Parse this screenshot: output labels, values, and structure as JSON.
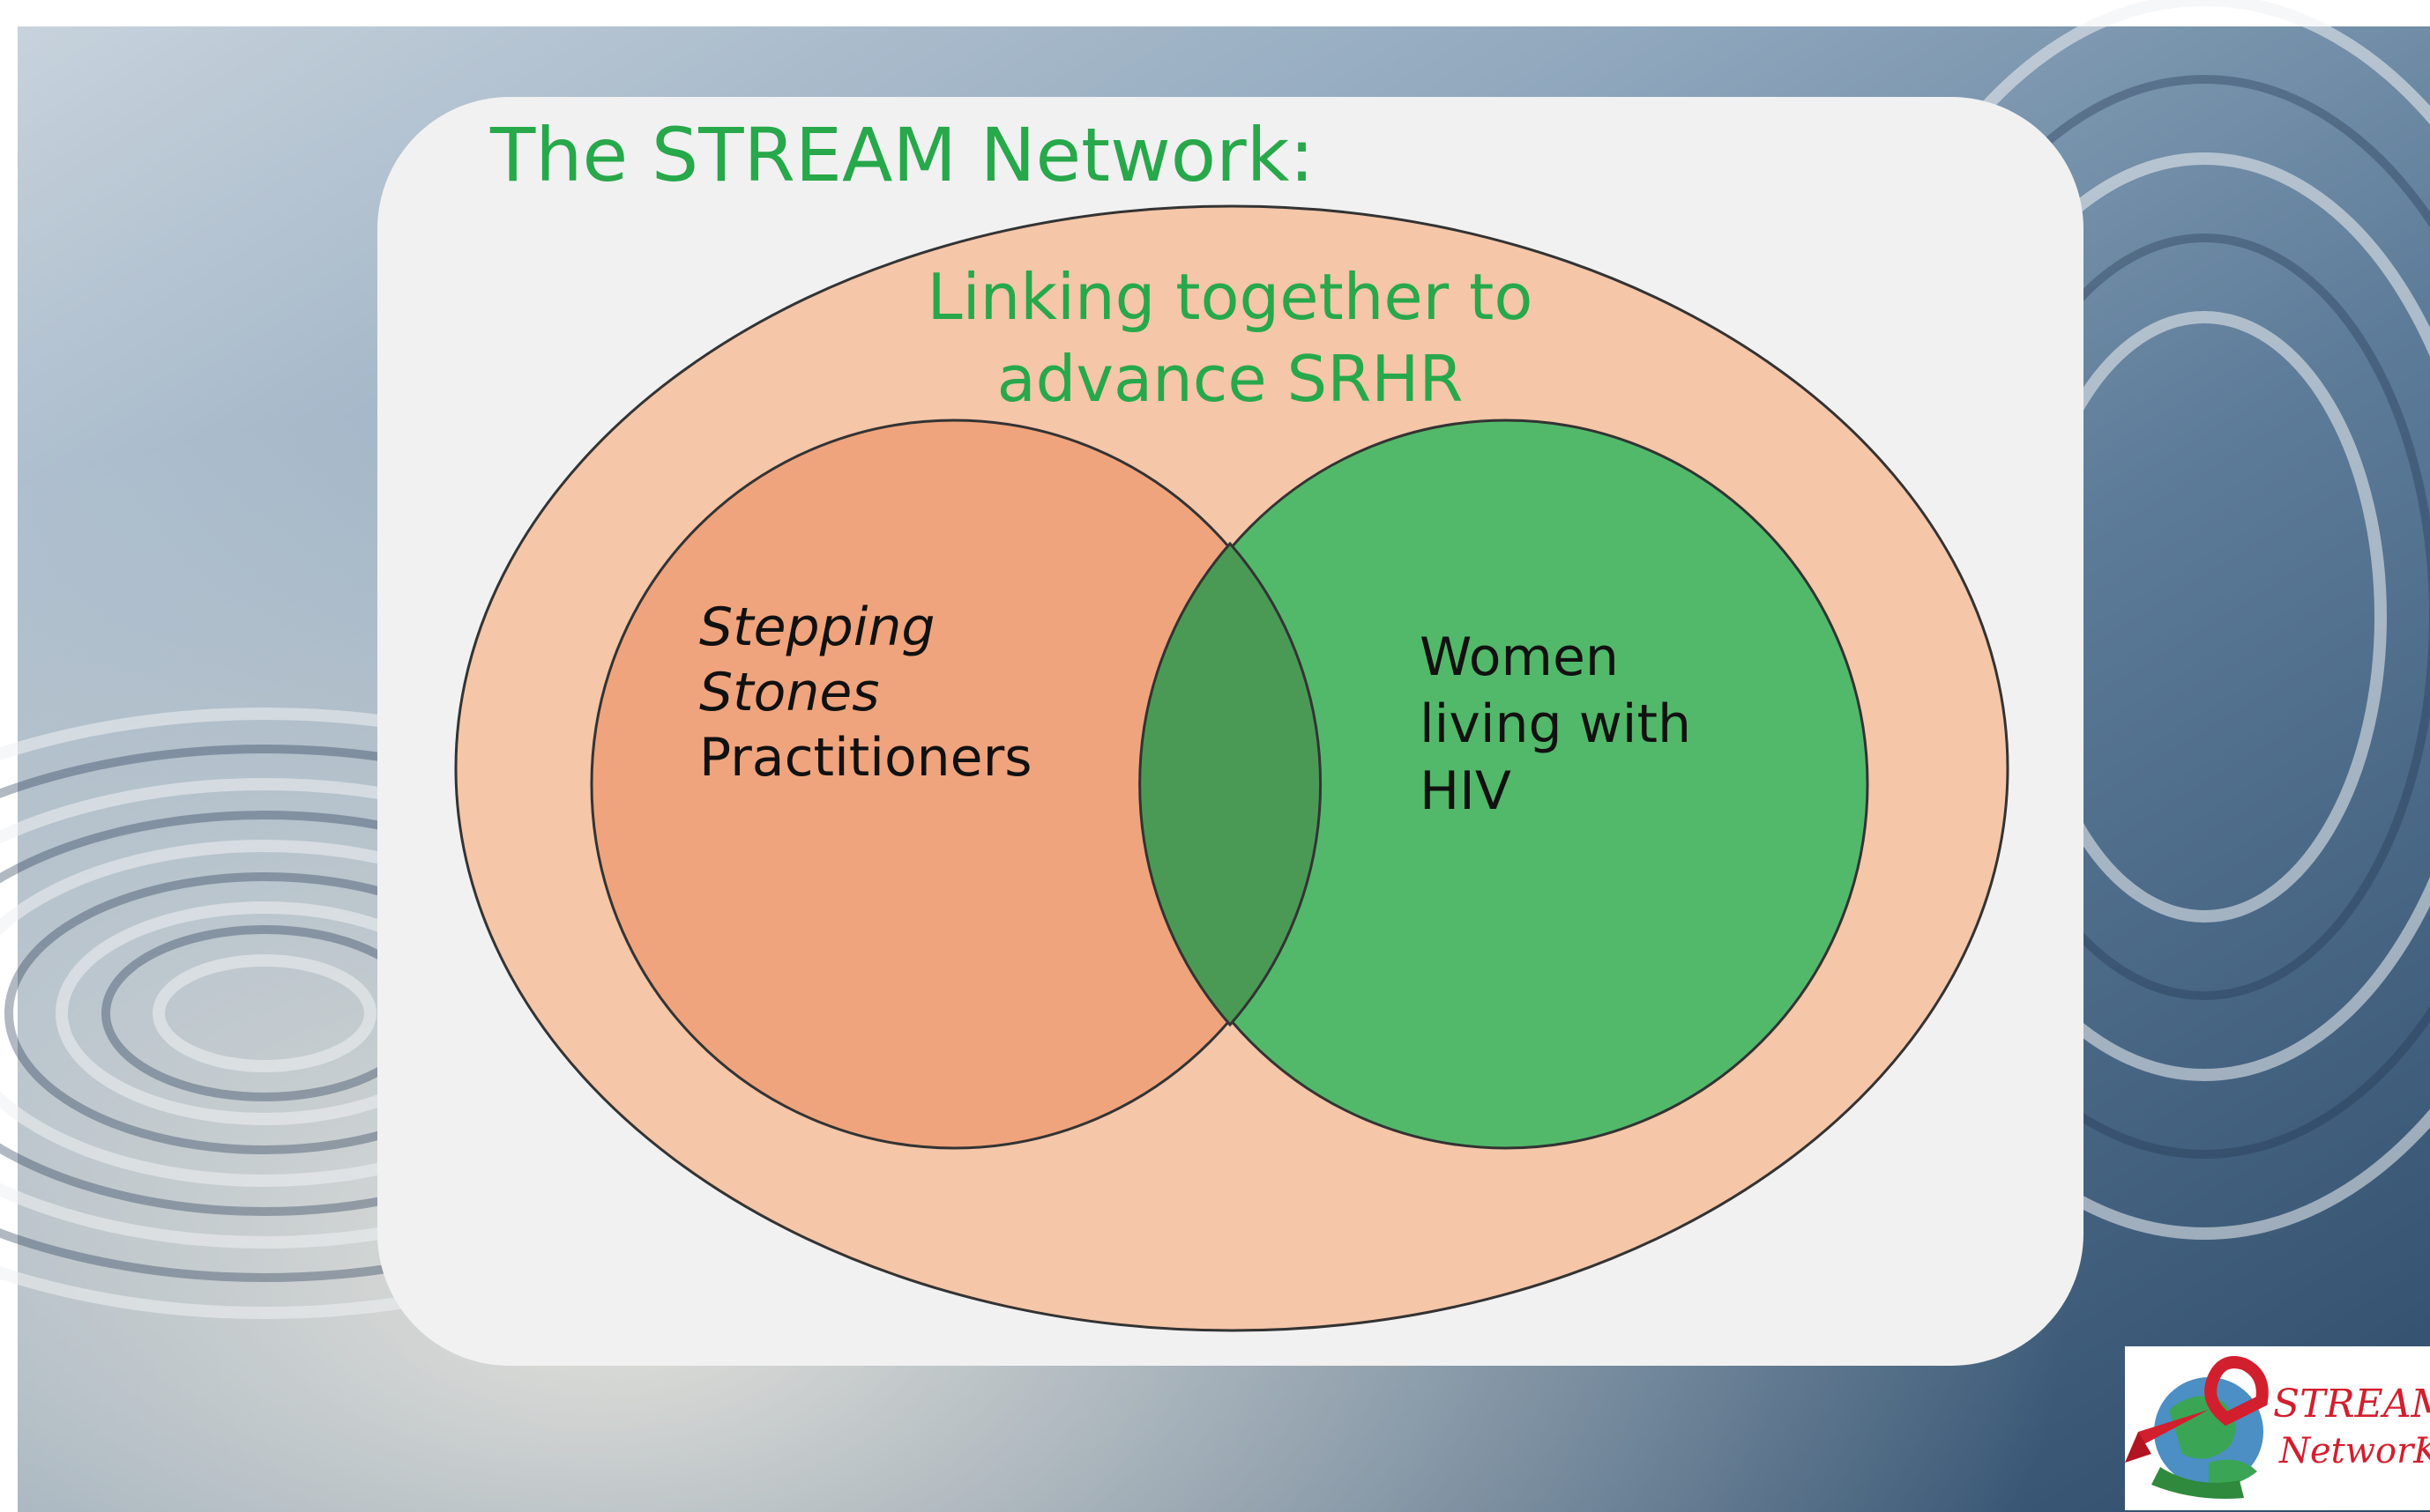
{
  "title": "The STREAM Network:",
  "outer_label_line1": "Linking together to",
  "outer_label_line2": "advance SRHR",
  "left_circle": {
    "line1": "Stepping",
    "line2": "Stones",
    "line3": "Practitioners"
  },
  "right_circle": {
    "line1": "Women",
    "line2": "living with",
    "line3": "HIV"
  },
  "logo": {
    "line1": "STREAM",
    "line2": "NetworK"
  },
  "colors": {
    "title_green": "#27a84a",
    "outer_fill": "#f5c6a8",
    "left_fill": "#efa47d",
    "right_fill": "#52b96b",
    "overlap_fill": "#4a9a55",
    "panel": "#f1f1f1",
    "water_dark": "#3e5e7c",
    "water_light": "#c9d3dc",
    "logo_red": "#d21f2e"
  },
  "icons": [
    "globe-logo-icon",
    "red-ribbon-icon"
  ]
}
